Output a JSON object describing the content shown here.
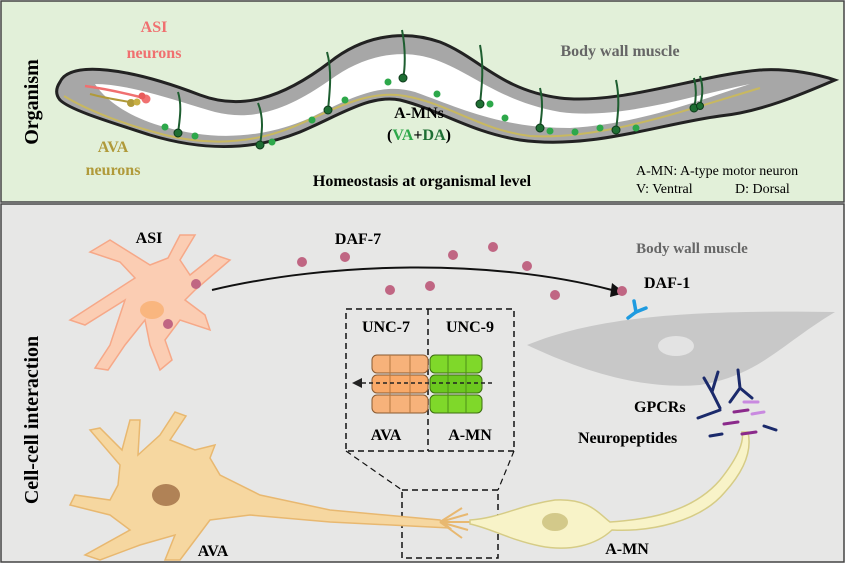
{
  "panels": {
    "top_label": "Organism",
    "bottom_label": "Cell-cell interaction"
  },
  "organism": {
    "asi_label_1": "ASI",
    "asi_label_2": "neurons",
    "ava_label_1": "AVA",
    "ava_label_2": "neurons",
    "muscle_label": "Body wall muscle",
    "amn_label": "A-MNs",
    "amn_paren_open": "(",
    "amn_va": "VA",
    "amn_plus": "+",
    "amn_da": "DA",
    "amn_paren_close": ")",
    "homeostasis": "Homeostasis at organismal level",
    "legend_line1": "A-MN: A-type motor neuron",
    "legend_line2_v": "V: Ventral",
    "legend_line2_d": "D: Dorsal"
  },
  "cell": {
    "asi": "ASI",
    "daf7": "DAF-7",
    "muscle": "Body wall muscle",
    "daf1": "DAF-1",
    "unc7": "UNC-7",
    "unc9": "UNC-9",
    "ava_inner": "AVA",
    "amn_inner": "A-MN",
    "gpcrs": "GPCRs",
    "neuropeptides": "Neuropeptides",
    "ava": "AVA",
    "amn": "A-MN"
  },
  "colors": {
    "top_bg": "#e2f0d9",
    "bottom_bg": "#e7e7e6",
    "asi_red": "#f07070",
    "ava_gold": "#b09a3a",
    "va_green": "#2da84a",
    "da_green": "#1e6e33",
    "dot_pink": "#c06683",
    "unc7_orange": "#f7b27a",
    "unc9_green": "#7fd82a",
    "daf1_blue": "#1e9be0",
    "gpcr_navy": "#1b2a6b",
    "peptide_purple": "#8b2a8b"
  }
}
